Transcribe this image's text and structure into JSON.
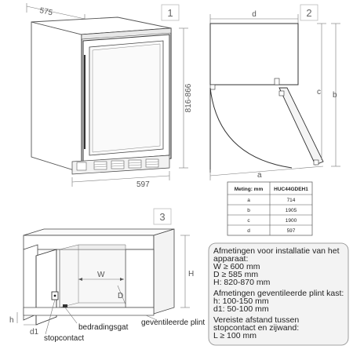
{
  "panel1": {
    "number": "1",
    "depth_label": "575",
    "height_label": "816-866",
    "width_label": "597"
  },
  "panel2": {
    "number": "2",
    "labels": {
      "d": "d",
      "b": "b",
      "c": "c",
      "a": "a"
    },
    "table": {
      "header": [
        "Meting: mm",
        "HUC44GDEH1"
      ],
      "rows": [
        [
          "a",
          "714"
        ],
        [
          "b",
          "1905"
        ],
        [
          "c",
          "1900"
        ],
        [
          "d",
          "597"
        ]
      ]
    }
  },
  "panel3": {
    "number": "3",
    "labels": {
      "W": "W",
      "D": "D",
      "H": "H",
      "h": "h",
      "d1": "d1",
      "stopcontact": "stopcontact",
      "bedradingsgat": "bedradingsgat",
      "plint": "geventileerde plint"
    }
  },
  "info_box": {
    "lines": [
      "Afmetingen voor installatie van het",
      "apparaat:",
      "W ≥ 600 mm",
      "D ≥ 585 mm",
      "H: 820-870 mm",
      "",
      "Afmetingen geventileerde plint kast:",
      "h: 100-150 mm",
      "d1: 50-100 mm",
      "",
      "Vereiste afstand tussen",
      "stopcontact en zijwand:",
      "L ≥ 100 mm"
    ]
  }
}
